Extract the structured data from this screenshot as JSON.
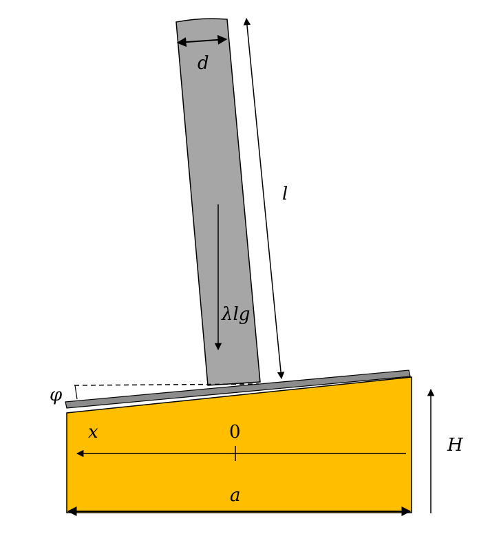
{
  "labels": {
    "d": "d",
    "l": "l",
    "force": "λlg",
    "phi": "φ",
    "x": "x",
    "origin": "0",
    "H": "H",
    "a": "a"
  },
  "colors": {
    "block": "#ffbf00",
    "rod": "#a6a6a6",
    "plate": "#8c8c8c",
    "stroke": "#000000"
  }
}
